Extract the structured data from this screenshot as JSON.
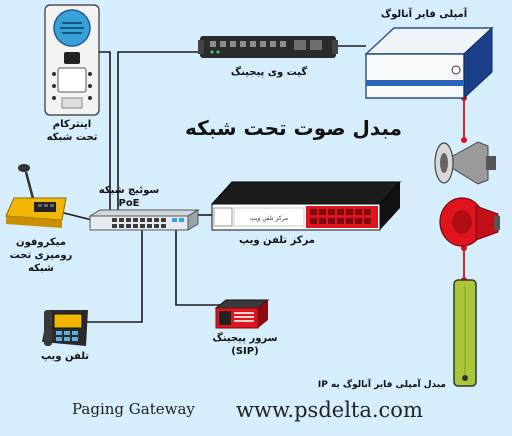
{
  "title": "مبدل صوت تحت شبکه",
  "labels": {
    "intercom_line1": "اینترکام",
    "intercom_line2": "تحت شبکه",
    "gateway": "گیت وی پیجینگ",
    "amplifier": "آمپلی فایر آنالوگ",
    "switch_line1": "سوئیچ شبکه",
    "switch_line2": "PoE",
    "mic_line1": "میکروفون",
    "mic_line2": "رومیزی تحت",
    "mic_line3": "شبکه",
    "ip_pbx": "مرکز تلفن ویپ",
    "ip_pbx_panel": "مرکز تلفن ویپ",
    "paging_server_line1": "سرور پیجینگ",
    "paging_server_line2": "(SIP)",
    "voip_phone": "تلفن ویپ",
    "converter_note": "مبدل آمپلی فایر آنالوگ به IP"
  },
  "footer": {
    "left": "Paging Gateway",
    "right": "www.psdelta.com"
  },
  "colors": {
    "background": "#d6eefb",
    "wire": "#1a1a1a",
    "speaker_wire": "#d9101a",
    "accent_red": "#e0141e",
    "column_green": "#a8c83a"
  }
}
